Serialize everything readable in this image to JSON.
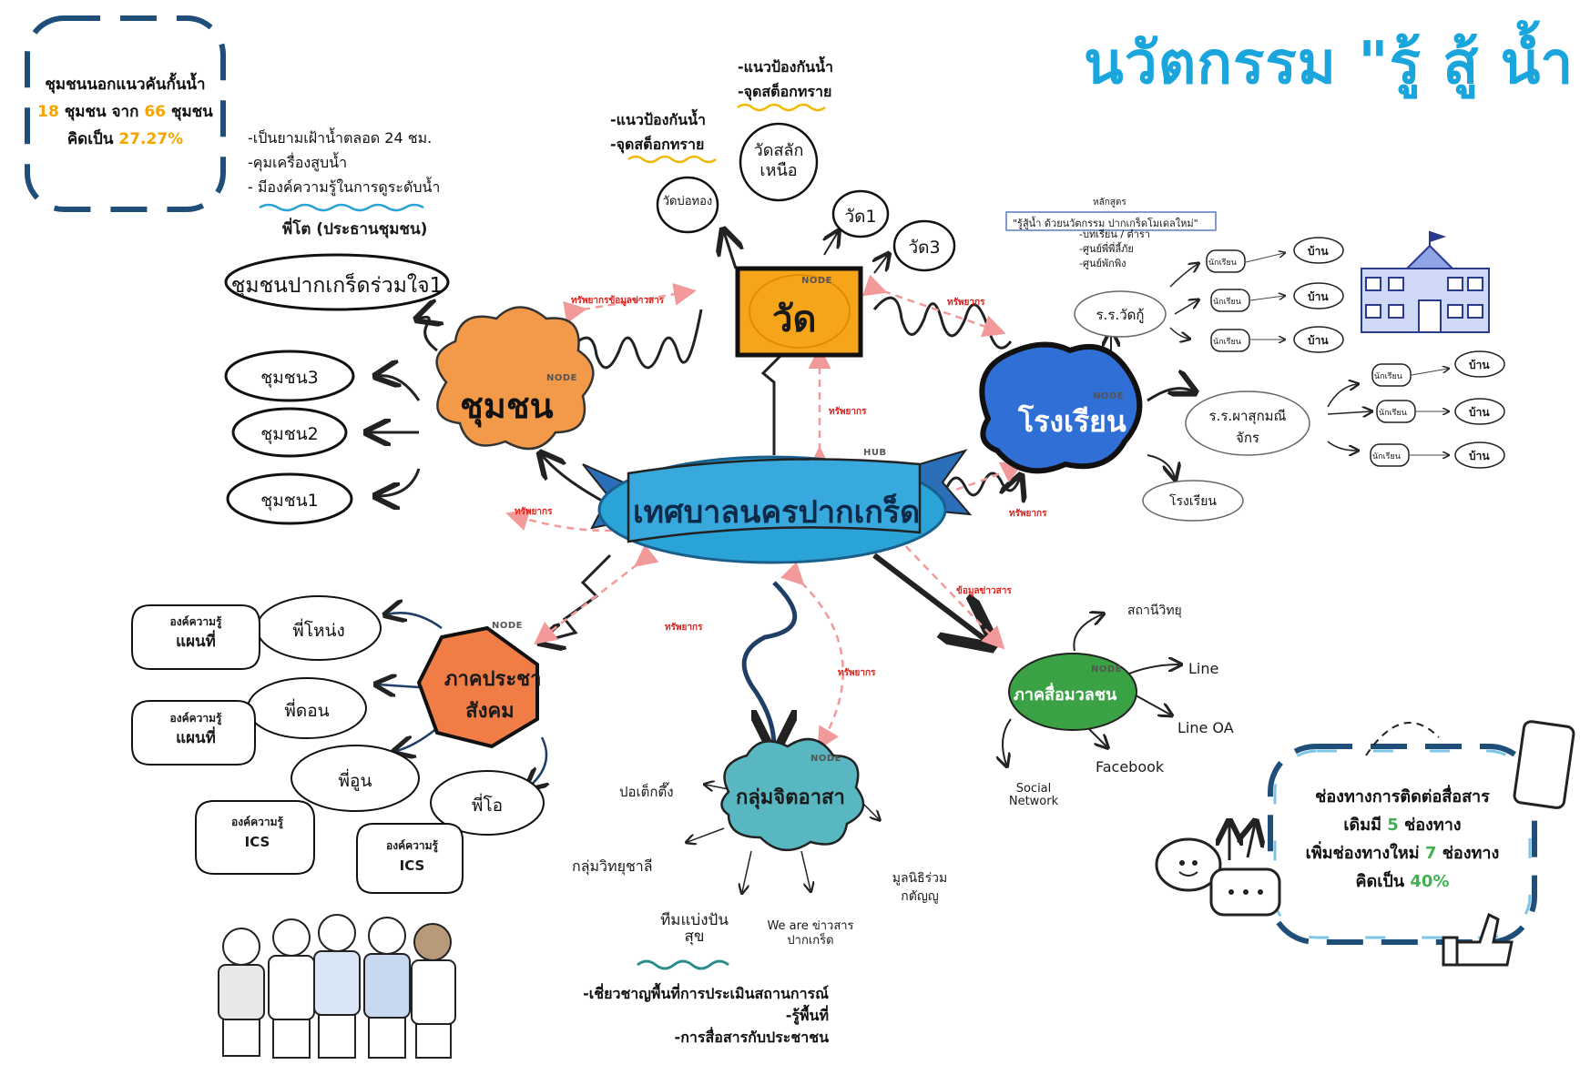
{
  "title": "นวัตกรรม \"รู้ สู้ น้ำ",
  "hub": {
    "label": "เทศบาลนครปากเกร็ด",
    "tag": "HUB"
  },
  "node_tag": "NODE",
  "stat_left": {
    "line1": "ชุมชนนอกแนวคันกั้นน้ำ",
    "line2_a": "18",
    "line2_b": " ชุมชน จาก ",
    "line2_c": "66",
    "line2_d": " ชุมชน",
    "line3_a": "คิดเป็น ",
    "line3_b": "27.27%"
  },
  "community": {
    "label": "ชุมชน",
    "notes": [
      "-เป็นยามเฝ้าน้ำตลอด 24 ชม.",
      "-คุมเครื่องสูบน้ำ",
      "- มีองค์ความรู้ในการดูระดับน้ำ"
    ],
    "leader": "พี่โต (ประธานชุมชน)",
    "main": "ชุมชนปากเกร็ดร่วมใจ1",
    "items": [
      "ชุมชน3",
      "ชุมชน2",
      "ชุมชน1"
    ]
  },
  "temple": {
    "label": "วัด",
    "notes_a": [
      "-แนวป้องกันน้ำ",
      "-จุดสต็อกทราย"
    ],
    "notes_b": [
      "-แนวป้องกันน้ำ",
      "-จุดสต็อกทราย"
    ],
    "items": [
      "วัดบ่อทอง",
      "วัดสลักเหนือ",
      "วัด1",
      "วัด3"
    ]
  },
  "school": {
    "label": "โรงเรียน",
    "course_head": "หลักสูตร",
    "course": "\"รู้สู้น้ำ ด้วยนวัตกรรม ปากเกร็ดโมเดลใหม่\"",
    "course_items": [
      "-บทเรียน / ตำรา",
      "-ศูนย์พี่พี่ลี้ภัย",
      "-ศูนย์พักพิง"
    ],
    "schools": [
      "ร.ร.วัดกู้",
      "ร.ร.ผาสุกมณีจักร",
      "โรงเรียน"
    ],
    "student": "นักเรียน",
    "house": "บ้าน"
  },
  "civil": {
    "label_line1": "ภาคประชา",
    "label_line2": "สังคม",
    "people": [
      "พี่โหน่ง",
      "พี่ดอน",
      "พี่อูน",
      "พี่โอ"
    ],
    "knowledge": [
      {
        "line1": "องค์ความรู้",
        "line2": "แผนที่"
      },
      {
        "line1": "องค์ความรู้",
        "line2": "แผนที่"
      },
      {
        "line1": "องค์ความรู้",
        "line2": "ICS"
      },
      {
        "line1": "องค์ความรู้",
        "line2": "ICS"
      }
    ]
  },
  "volunteer": {
    "label": "กลุ่มจิตอาสา",
    "items": [
      "ปอเต็กตึ๊ง",
      "กลุ่มวิทยุชาลี",
      "ทีมแบ่งปันสุข",
      "We are ข่าวสารปากเกร็ด",
      "มูลนิธิร่วมกตัญญู"
    ],
    "notes": [
      "-เชี่ยวชาญพื้นที่การประเมินสถานการณ์",
      "-รู้พื้นที่",
      "-การสื่อสารกับประชาชน"
    ]
  },
  "media": {
    "label": "ภาคสื่อมวลชน",
    "items": [
      "สถานีวิทยุ",
      "Line",
      "Line OA",
      "Facebook",
      "Social Network"
    ]
  },
  "channels": {
    "line1": "ช่องทางการติดต่อสื่อสาร",
    "line2_a": "เดิมมี ",
    "line2_b": "5",
    "line2_c": " ช่องทาง",
    "line3_a": "เพิ่มช่องทางใหม่ ",
    "line3_b": "7",
    "line3_c": " ช่องทาง",
    "line4_a": "คิดเป็น ",
    "line4_b": "40%"
  },
  "flows": {
    "info_resources": "ทรัพยากรข้อมูลข่าวสาร",
    "resources": "ทรัพยากร",
    "info": "ข้อมูลข่าวสาร"
  },
  "colors": {
    "title": "#1aa6dd",
    "hub": "#2aa3d6",
    "community": "#f39a4a",
    "temple": "#f6a51a",
    "school": "#2f6fd6",
    "civil": "#f07d45",
    "volunteer": "#58b7c0",
    "media": "#3aa245",
    "accent_yellow": "#f5a400",
    "accent_green": "#3fb24f",
    "flow_red": "#e0201b"
  }
}
